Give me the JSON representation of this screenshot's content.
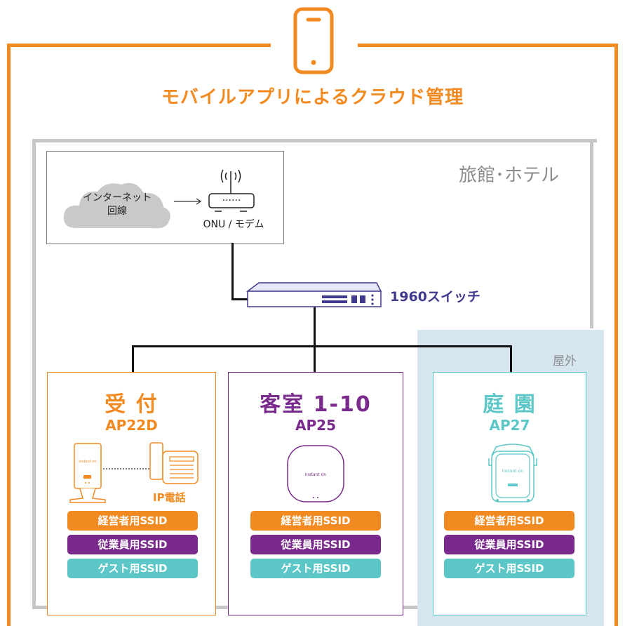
{
  "title": "モバイルアプリによるクラウド管理",
  "venue_label": "旅館･ホテル",
  "outdoor_label": "屋外",
  "isp": {
    "cloud_label_line1": "インターネット",
    "cloud_label_line2": "回線",
    "modem_label": "ONU / モデム"
  },
  "switch_label": "1960スイッチ",
  "zones": [
    {
      "name": "受 付",
      "model": "AP22D",
      "extra_label": "IP電話",
      "ssids": [
        "経営者用SSID",
        "従業員用SSID",
        "ゲスト用SSID"
      ]
    },
    {
      "name": "客室 1-10",
      "model": "AP25",
      "ssids": [
        "経営者用SSID",
        "従業員用SSID",
        "ゲスト用SSID"
      ]
    },
    {
      "name": "庭 園",
      "model": "AP27",
      "ssids": [
        "経営者用SSID",
        "従業員用SSID",
        "ゲスト用SSID"
      ]
    }
  ],
  "device_brand": "instant on",
  "colors": {
    "orange": "#F28A22",
    "purple": "#7A2A8C",
    "teal": "#5CC7C6",
    "switch_blue": "#3F3A8C",
    "gray": "#C7C7C9",
    "outdoor_bg": "#D6E6EF"
  },
  "icons": [
    "mobile-phone-icon",
    "cloud-icon",
    "modem-icon",
    "wifi-signal-icon",
    "switch-icon",
    "ap22d-device-icon",
    "ip-phone-icon",
    "ap25-device-icon",
    "ap27-device-icon"
  ]
}
